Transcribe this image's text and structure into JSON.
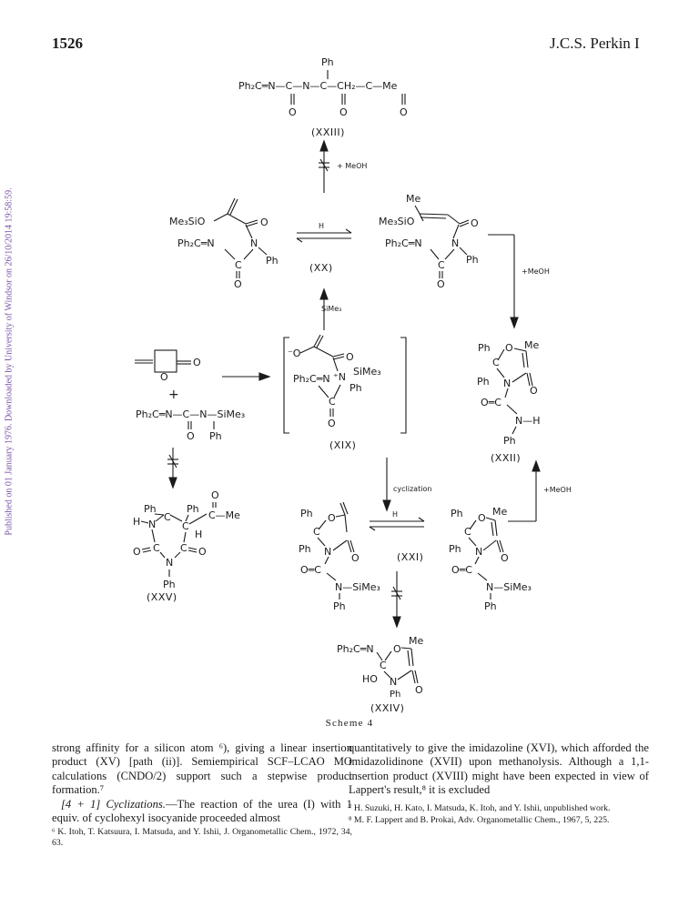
{
  "header": {
    "page_number": "1526",
    "journal": "J.C.S. Perkin I"
  },
  "side_note": "Published on 01 January 1976. Downloaded by University of Windsor on 26/10/2014 19:58:59.",
  "scheme": {
    "caption": "Scheme 4",
    "compounds": {
      "xxiii": "(XXIII)",
      "xx": "(XX)",
      "xix": "(XIX)",
      "xxii": "(XXII)",
      "xxv": "(XXV)",
      "xxi": "(XXI)",
      "xxiv": "(XXIV)"
    },
    "arrow_labels": {
      "meoh_top": "+ MeOH",
      "h_xx": "H",
      "meoh_right": "+MeOH",
      "sime3_migration": "SiMe₃",
      "cyclization": "cyclization",
      "meoh_lower": "+MeOH",
      "h_xxi": "H"
    },
    "atoms": {
      "ph": "Ph",
      "ph2c_n": "Ph₂C═N",
      "me": "Me",
      "me3sio": "Me₃SiO",
      "o": "O",
      "n": "N",
      "c": "C",
      "h": "H",
      "ho": "HO",
      "sime3": "SiMe₃",
      "n_sime3": "N—SiMe₃",
      "n_h": "N—H",
      "c_me": "C—Me",
      "ome": "—Me",
      "o_eq_c": "O═C",
      "plus": "+",
      "o_minus": "⁻O",
      "n_plus": "⁺N",
      "ch2": "—CH₂—",
      "urea": "Ph₂C═N—C—N—SiMe₃",
      "xxiii_chain": "Ph₂C═N—C—N—C—CH₂—C—Me"
    }
  },
  "text": {
    "left_para1": "strong affinity for a silicon atom ⁶), giving a linear insertion product (XV) [path (ii)]. Semiempirical SCF–LCAO MO calculations (CNDO/2) support such a stepwise product formation.⁷",
    "left_para2_heading": "[4 + 1] Cyclizations.",
    "left_para2": "—The reaction of the urea (I) with 1 equiv. of cyclohexyl isocyanide proceeded almost",
    "footnote6_num": "⁶",
    "footnote6": "K. Itoh, T. Katsuura, I. Matsuda, and Y. Ishii, J. Organometallic Chem., 1972, 34, 63.",
    "right_para1": "quantitatively to give the imidazoline (XVI), which afforded the imidazolidinone (XVII) upon methanolysis. Although a 1,1-insertion product (XVIII) might have been expected in view of Lappert's result,⁸ it is excluded",
    "footnote7_num": "⁷",
    "footnote7": "H. Suzuki, H. Kato, I. Matsuda, K. Itoh, and Y. Ishii, unpublished work.",
    "footnote8_num": "⁸",
    "footnote8": "M. F. Lappert and B. Prokai, Adv. Organometallic Chem., 1967, 5, 225."
  }
}
